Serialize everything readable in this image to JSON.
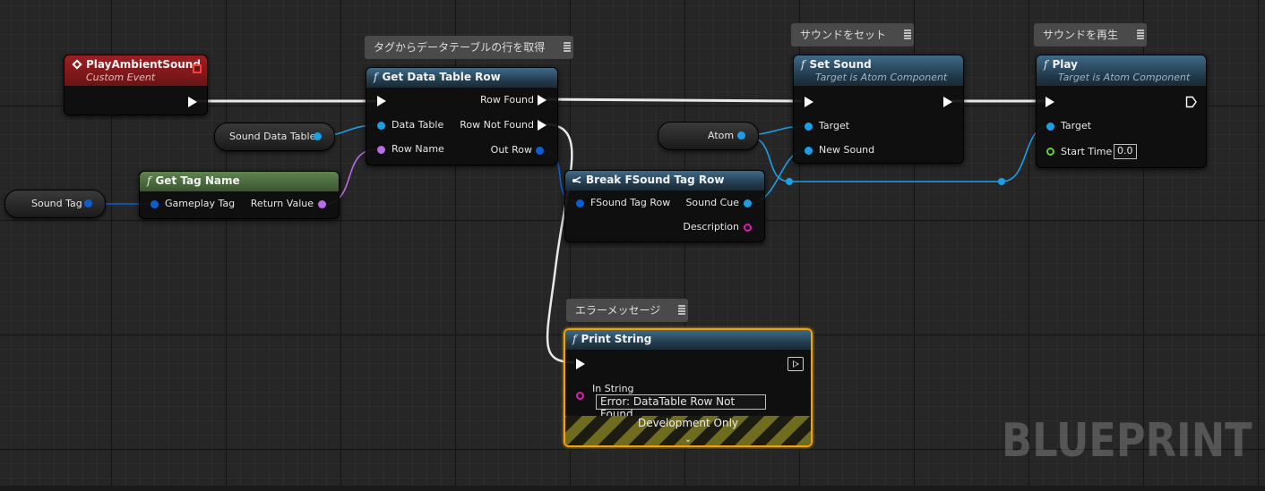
{
  "comments": {
    "get_row": "タグからデータテーブルの行を取得",
    "set_sound": "サウンドをセット",
    "play_sound": "サウンドを再生",
    "error_msg": "エラーメッセージ"
  },
  "nodes": {
    "play_ambient": {
      "title": "PlayAmbientSound",
      "subtitle": "Custom Event"
    },
    "get_data_table_row": {
      "title": "Get Data Table Row",
      "pins": {
        "data_table": "Data Table",
        "row_name": "Row Name",
        "row_found": "Row Found",
        "row_not_found": "Row Not Found",
        "out_row": "Out Row"
      }
    },
    "get_tag_name": {
      "title": "Get Tag Name",
      "pins": {
        "gameplay_tag": "Gameplay Tag",
        "return_value": "Return Value"
      }
    },
    "break_row": {
      "title": "Break FSound Tag Row",
      "pins": {
        "fsound_tag_row": "FSound Tag Row",
        "sound_cue": "Sound Cue",
        "description": "Description"
      }
    },
    "set_sound": {
      "title": "Set Sound",
      "subtitle": "Target is Atom Component",
      "pins": {
        "target": "Target",
        "new_sound": "New Sound"
      }
    },
    "play": {
      "title": "Play",
      "subtitle": "Target is Atom Component",
      "pins": {
        "target": "Target",
        "start_time": "Start Time",
        "start_time_value": "0.0"
      }
    },
    "print_string": {
      "title": "Print String",
      "pins": {
        "in_string": "In String",
        "in_string_value": "Error: DataTable Row Not Found"
      },
      "dev_only": "Development Only"
    }
  },
  "variables": {
    "sound_data_table": "Sound Data Table",
    "sound_tag": "Sound Tag",
    "atom": "Atom"
  },
  "watermark": "BLUEPRINT",
  "colors": {
    "exec": "#ffffff",
    "object_pin": "#1aa0e8",
    "struct_pin": "#0b5fd4",
    "name_pin": "#bb6ce8",
    "string_pin": "#e01ab8",
    "float_pin": "#60d040",
    "selected_outline": "#f0a20c"
  }
}
